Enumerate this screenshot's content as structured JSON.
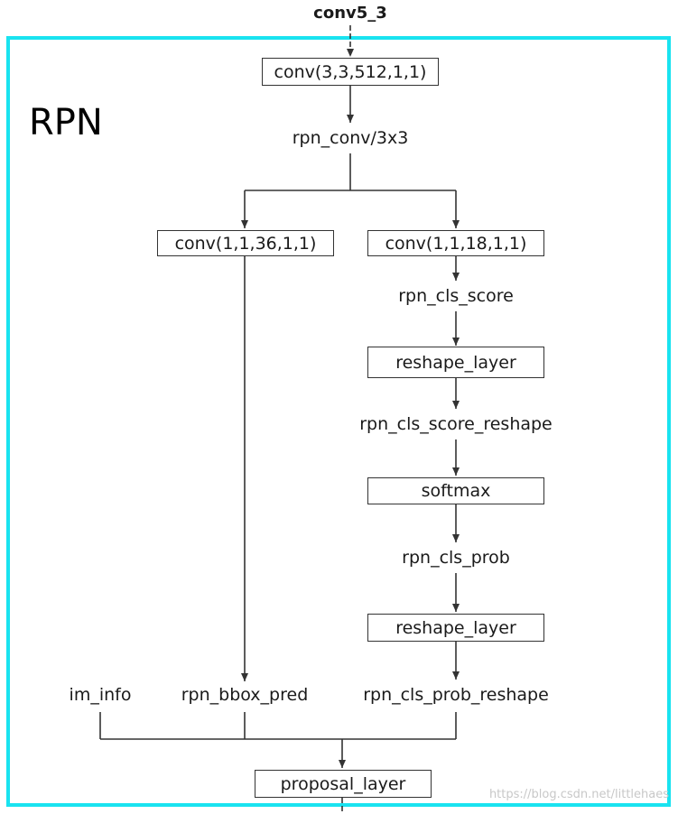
{
  "input_label": "conv5_3",
  "group_title": "RPN",
  "colors": {
    "frame": "#19e3f0",
    "line": "#333333"
  },
  "nodes": {
    "conv_3x3": "conv(3,3,512,1,1)",
    "rpn_conv": "rpn_conv/3x3",
    "conv_bbox": "conv(1,1,36,1,1)",
    "conv_cls": "conv(1,1,18,1,1)",
    "rpn_cls_score": "rpn_cls_score",
    "reshape_1": "reshape_layer",
    "rpn_cls_score_reshape": "rpn_cls_score_reshape",
    "softmax": "softmax",
    "rpn_cls_prob": "rpn_cls_prob",
    "reshape_2": "reshape_layer",
    "im_info": "im_info",
    "rpn_bbox_pred": "rpn_bbox_pred",
    "rpn_cls_prob_reshape": "rpn_cls_prob_reshape",
    "proposal_layer": "proposal_layer"
  },
  "watermark": "https://blog.csdn.net/littlehaes"
}
